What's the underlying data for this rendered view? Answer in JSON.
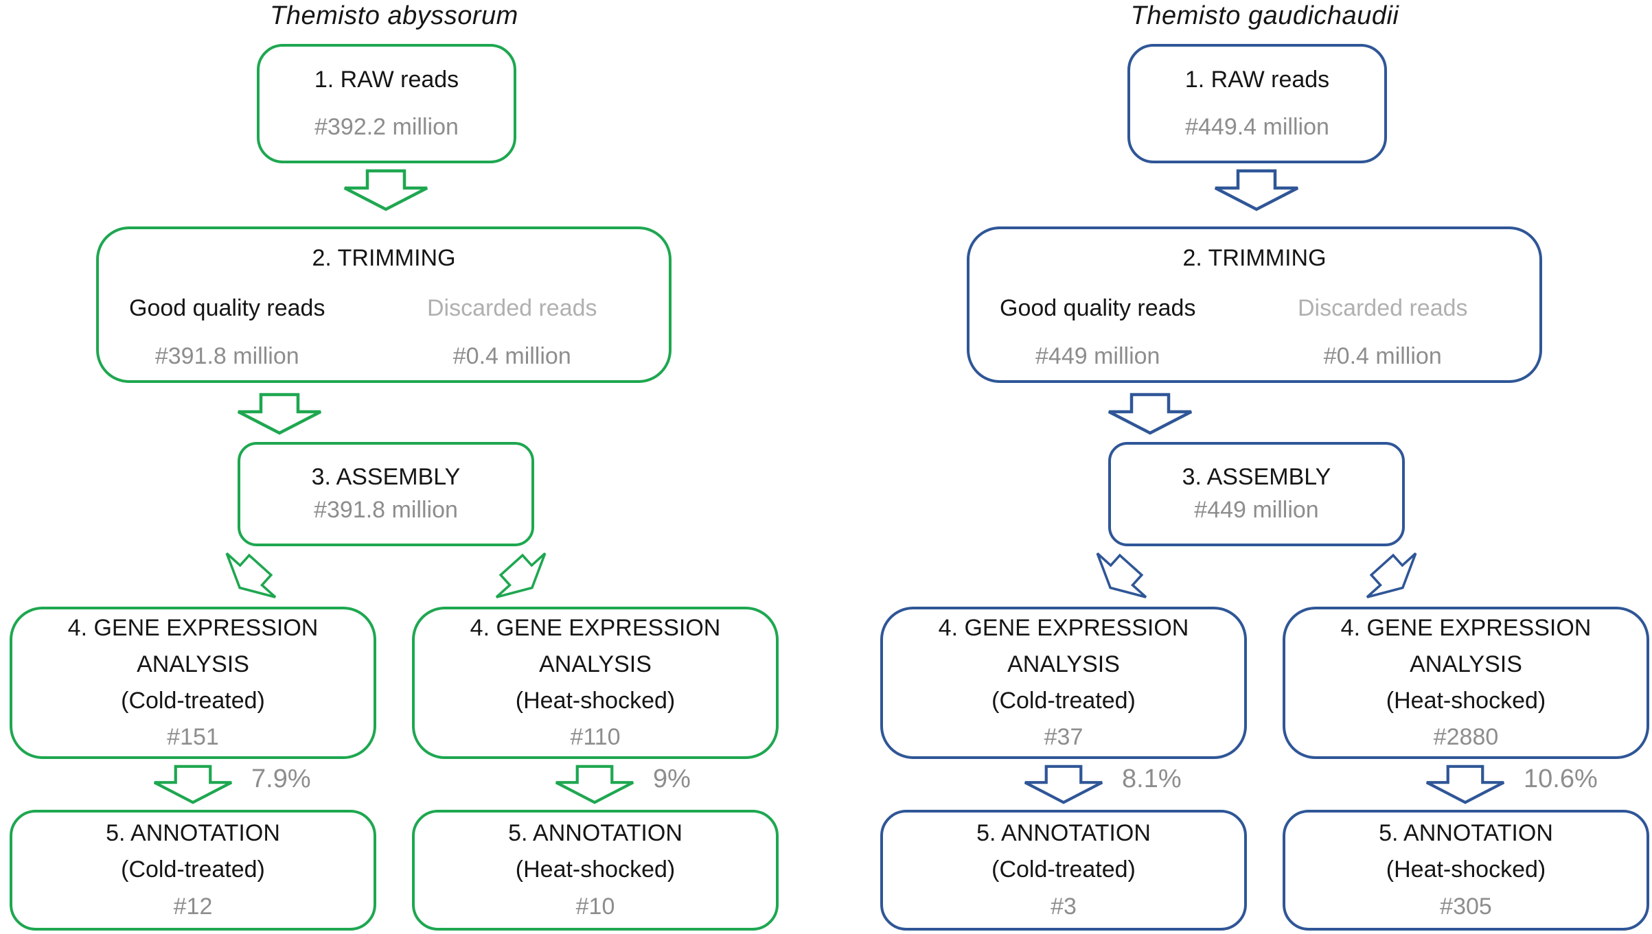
{
  "colors": {
    "left_accent": "#1ea750",
    "right_accent": "#2f5697",
    "count_gray": "#8d8d8d",
    "discarded_gray": "#b0b0b0",
    "text_black": "#151515"
  },
  "charts": [
    {
      "title": "Themisto abyssorum",
      "accent": "#1ea750",
      "accent_style": "--accent:#1ea750",
      "raw": {
        "label": "1. RAW reads",
        "count": "#392.2 million"
      },
      "trimming": {
        "label": "2. TRIMMING",
        "good_label": "Good quality reads",
        "good_count": "#391.8 million",
        "discarded_label": "Discarded reads",
        "discarded_count": "#0.4 million"
      },
      "assembly": {
        "label": "3. ASSEMBLY",
        "count": "#391.8 million"
      },
      "gene_cold": {
        "line1": "4. GENE EXPRESSION",
        "line2": "ANALYSIS",
        "line3": "(Cold-treated)",
        "count": "#151"
      },
      "gene_heat": {
        "line1": "4. GENE EXPRESSION",
        "line2": "ANALYSIS",
        "line3": "(Heat-shocked)",
        "count": "#110"
      },
      "annotation_cold": {
        "line1": "5. ANNOTATION",
        "line2": "(Cold-treated)",
        "count": "#12",
        "percent": "7.9%"
      },
      "annotation_heat": {
        "line1": "5. ANNOTATION",
        "line2": "(Heat-shocked)",
        "count": "#10",
        "percent": "9%"
      }
    },
    {
      "title": "Themisto gaudichaudii",
      "accent": "#2f5697",
      "accent_style": "--accent:#2f5697",
      "raw": {
        "label": "1. RAW reads",
        "count": "#449.4 million"
      },
      "trimming": {
        "label": "2. TRIMMING",
        "good_label": "Good quality reads",
        "good_count": "#449 million",
        "discarded_label": "Discarded reads",
        "discarded_count": "#0.4 million"
      },
      "assembly": {
        "label": "3. ASSEMBLY",
        "count": "#449 million"
      },
      "gene_cold": {
        "line1": "4. GENE EXPRESSION",
        "line2": "ANALYSIS",
        "line3": "(Cold-treated)",
        "count": "#37"
      },
      "gene_heat": {
        "line1": "4. GENE EXPRESSION",
        "line2": "ANALYSIS",
        "line3": "(Heat-shocked)",
        "count": "#2880"
      },
      "annotation_cold": {
        "line1": "5. ANNOTATION",
        "line2": "(Cold-treated)",
        "count": "#3",
        "percent": "8.1%"
      },
      "annotation_heat": {
        "line1": "5. ANNOTATION",
        "line2": "(Heat-shocked)",
        "count": "#305",
        "percent": "10.6%"
      }
    }
  ]
}
